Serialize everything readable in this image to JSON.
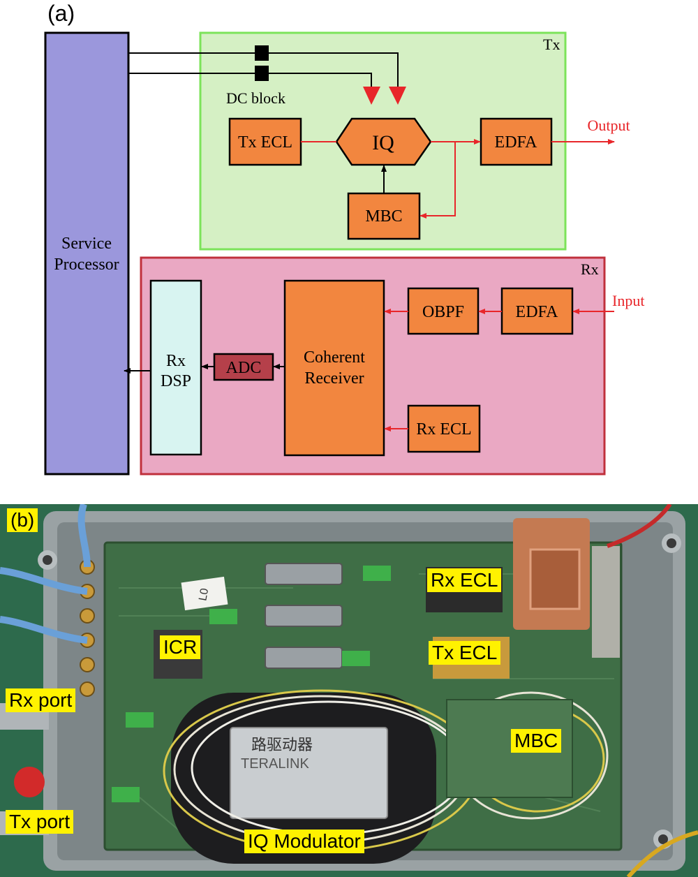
{
  "panel_a": {
    "label": "(a)",
    "tx": {
      "title": "Tx",
      "dc_block": "DC block",
      "tx_ecl": "Tx ECL",
      "iq": "IQ",
      "edfa": "EDFA",
      "mbc": "MBC",
      "output": "Output"
    },
    "service_processor": [
      "Service",
      "Processor"
    ],
    "rx": {
      "title": "Rx",
      "rx_dsp": [
        "Rx",
        "DSP"
      ],
      "adc": "ADC",
      "coherent_receiver": [
        "Coherent",
        "Receiver"
      ],
      "obpf": "OBPF",
      "edfa": "EDFA",
      "rx_ecl": "Rx ECL",
      "input": "Input"
    },
    "colors": {
      "tx_bg": "#d5f0c4",
      "tx_border": "#7ce35a",
      "rx_bg": "#eaa8c3",
      "rx_border": "#c0303c",
      "sp_fill": "#9b97dc",
      "block_fill": "#f2863f",
      "adc_fill": "#b5404a",
      "dsp_fill": "#d8f4f1",
      "signal_red": "#e8262a"
    }
  },
  "panel_b": {
    "label": "(b)",
    "callouts": {
      "rx_ecl": "Rx ECL",
      "icr": "ICR",
      "tx_ecl": "Tx ECL",
      "rx_port": "Rx port",
      "mbc": "MBC",
      "tx_port": "Tx port",
      "iq_modulator": "IQ Modulator"
    },
    "printed_text": {
      "module_cn": "路驱动器",
      "module_brand": "TERALINK",
      "sticker": "L0"
    }
  }
}
